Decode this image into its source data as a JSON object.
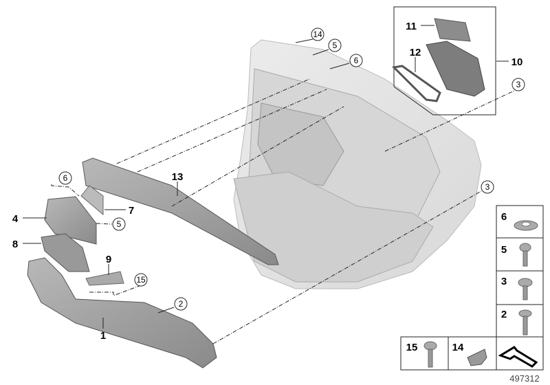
{
  "diagram": {
    "callouts": [
      {
        "id": "14",
        "circled": true
      },
      {
        "id": "5",
        "circled": true
      },
      {
        "id": "6",
        "circled": true
      },
      {
        "id": "11",
        "circled": false
      },
      {
        "id": "12",
        "circled": false
      },
      {
        "id": "10",
        "circled": false
      },
      {
        "id": "3",
        "circled": true
      },
      {
        "id": "3",
        "circled": true
      },
      {
        "id": "13",
        "circled": false
      },
      {
        "id": "6",
        "circled": true
      },
      {
        "id": "4",
        "circled": false
      },
      {
        "id": "7",
        "circled": false
      },
      {
        "id": "5",
        "circled": true
      },
      {
        "id": "8",
        "circled": false
      },
      {
        "id": "9",
        "circled": false
      },
      {
        "id": "15",
        "circled": true
      },
      {
        "id": "2",
        "circled": true
      },
      {
        "id": "1",
        "circled": false
      }
    ],
    "legend": [
      {
        "id": "6",
        "part": "clip-nut"
      },
      {
        "id": "5",
        "part": "screw"
      },
      {
        "id": "3",
        "part": "screw-washer"
      },
      {
        "id": "2",
        "part": "screw-washer-long"
      },
      {
        "id": "15",
        "part": "screw"
      },
      {
        "id": "14",
        "part": "clip"
      },
      {
        "id": "",
        "part": "direction-arrow"
      }
    ],
    "image_number": "497312"
  }
}
